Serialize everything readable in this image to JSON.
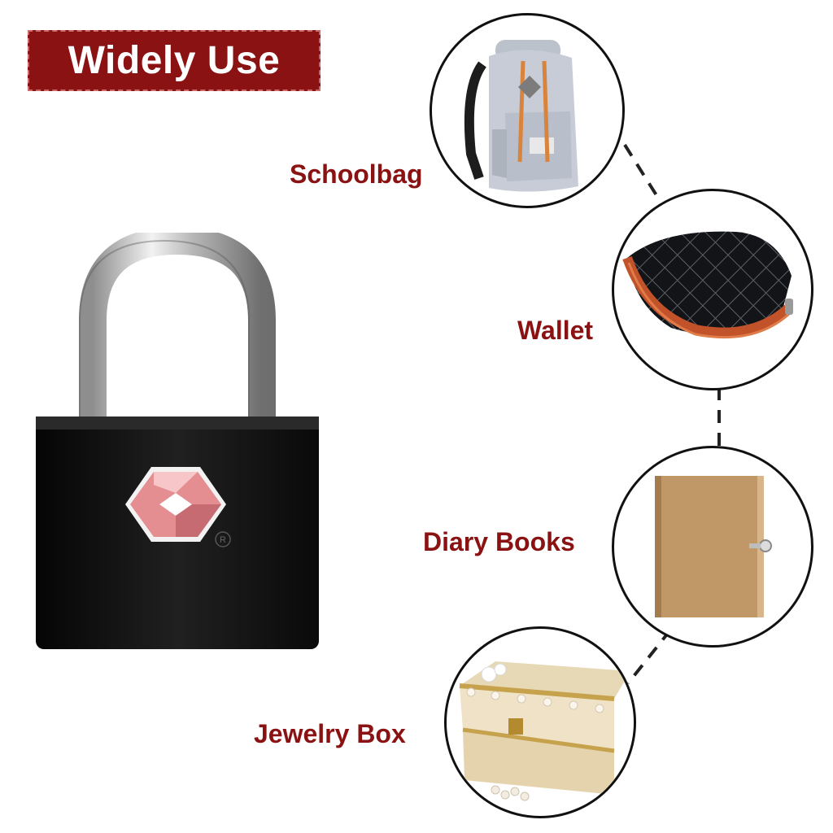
{
  "title": "Widely Use",
  "items": [
    {
      "label": "Schoolbag",
      "icon": "backpack-icon"
    },
    {
      "label": "Wallet",
      "icon": "wallet-icon"
    },
    {
      "label": "Diary Books",
      "icon": "notebook-icon"
    },
    {
      "label": "Jewelry Box",
      "icon": "jewelry-box-icon"
    }
  ],
  "product": {
    "name": "padlock",
    "icon": "padlock-icon",
    "registered_mark": "R"
  },
  "colors": {
    "accent": "#8b1212",
    "lock_body": "#141414",
    "logo": "#e58e92"
  }
}
